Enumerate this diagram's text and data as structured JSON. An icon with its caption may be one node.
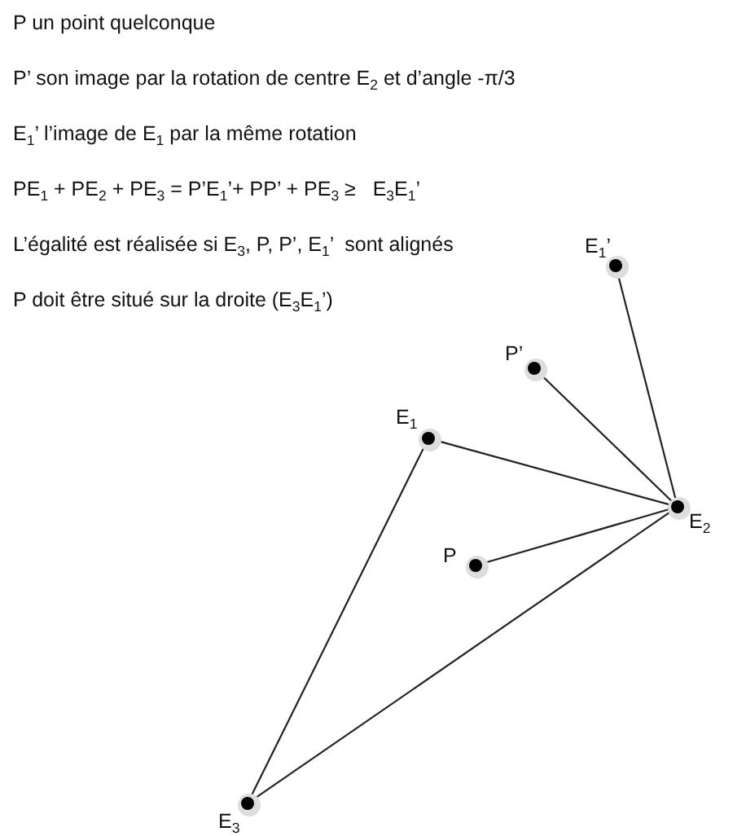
{
  "diagram": {
    "nodes": [
      {
        "text": [
          "E$_{1}$’"
        ]
      },
      {
        "text": [
          "P’"
        ]
      },
      {
        "text": [
          "E$_{1}$"
        ]
      },
      {
        "text": [
          "E$_{2}$"
        ]
      },
      {
        "text": [
          "P"
        ]
      },
      {
        "text": [
          "E$_{3}$"
        ]
      }
    ],
    "edges": [
      {
        "from": 0,
        "to": 3,
        "arrow": "none"
      },
      {
        "from": 1,
        "to": 3,
        "arrow": "none"
      },
      {
        "from": 2,
        "to": 3,
        "arrow": "none"
      },
      {
        "from": 4,
        "to": 3,
        "arrow": "none"
      },
      {
        "from": 5,
        "to": 3,
        "arrow": "none"
      },
      {
        "from": 2,
        "to": 5,
        "arrow": "none"
      }
    ],
    "labels": [
      "P un point quelconque",
      "P’ son image par la rotation de centre E$_{2}$ et d’angle -π/3",
      "E$_{1}$’ l’image de E$_{1}$ par la même rotation",
      "PE$_{1}$ + PE$_{2}$ + PE$_{3}$ = P’E$_{1}$’+ PP’ + PE$_{3}$ ≥   E$_{3}$E$_{1}$’",
      "L’égalité est réalisée si E$_{3}$, P, P’, E$_{1}$’  sont alignés",
      "P doit être situé sur la droite (E$_{3}$E$_{1}$’)"
    ]
  }
}
